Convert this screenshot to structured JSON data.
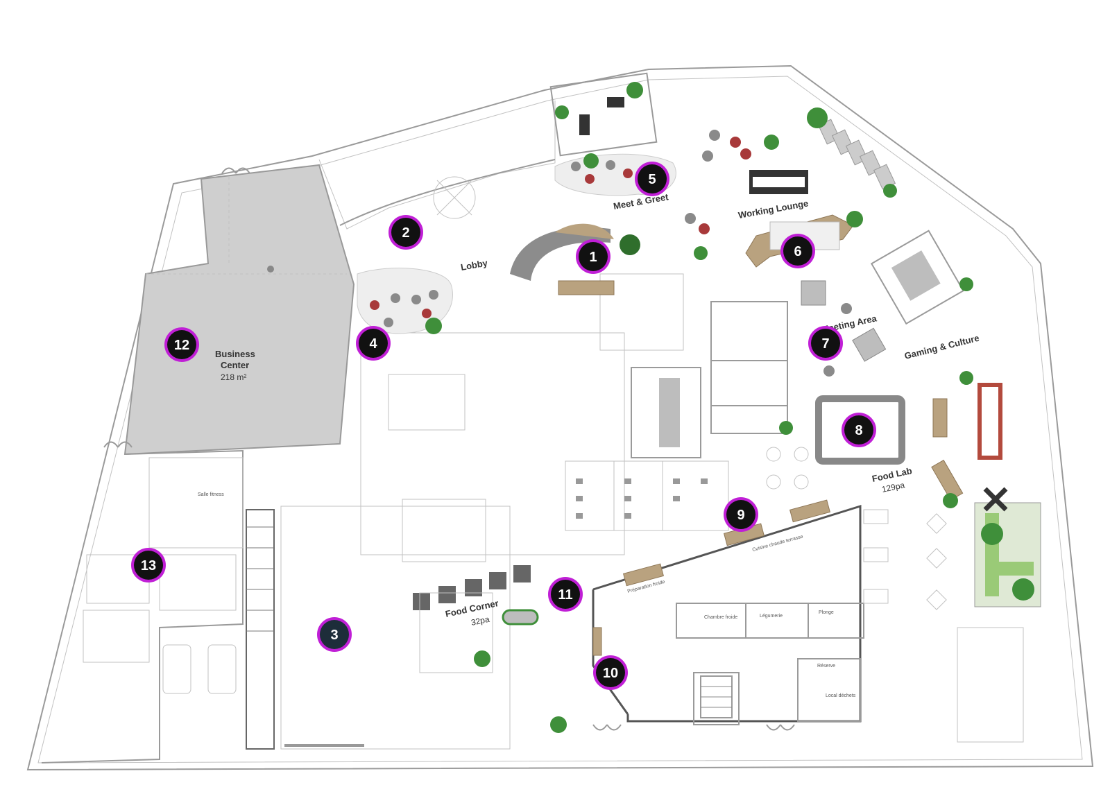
{
  "labels": {
    "lobby": "Lobby",
    "meet": "Meet & Greet",
    "working_lounge": "Working Lounge",
    "meeting_area": "Meeting Area",
    "gaming": "Gaming & Culture",
    "food_lab": "Food Lab",
    "food_lab_cap": "129pa",
    "business_center": "Business",
    "business_center_2": "Center",
    "business_center_area": "218 m²",
    "food_corner": "Food Corner",
    "food_corner_cap": "32pa",
    "cuisine": "Cuisine chaude terrasse",
    "preparation": "Préparation froide",
    "chambre": "Chambre froide",
    "legumerie": "Légumerie",
    "plonge": "Plonge",
    "local_dechets": "Local déchets",
    "reserve": "Réserve",
    "salle_fitness": "Salle fitness"
  },
  "markers": [
    {
      "id": "1"
    },
    {
      "id": "2"
    },
    {
      "id": "3"
    },
    {
      "id": "4"
    },
    {
      "id": "5"
    },
    {
      "id": "6"
    },
    {
      "id": "7"
    },
    {
      "id": "8"
    },
    {
      "id": "9"
    },
    {
      "id": "10"
    },
    {
      "id": "11"
    },
    {
      "id": "12"
    },
    {
      "id": "13"
    }
  ],
  "colors": {
    "marker_ring": "#c01fd6",
    "marker_core": "#111111",
    "marker_core_3": "#1d2d3a",
    "business_center_fill": "#cfcfcf",
    "greenery": "#3f8f3a"
  }
}
